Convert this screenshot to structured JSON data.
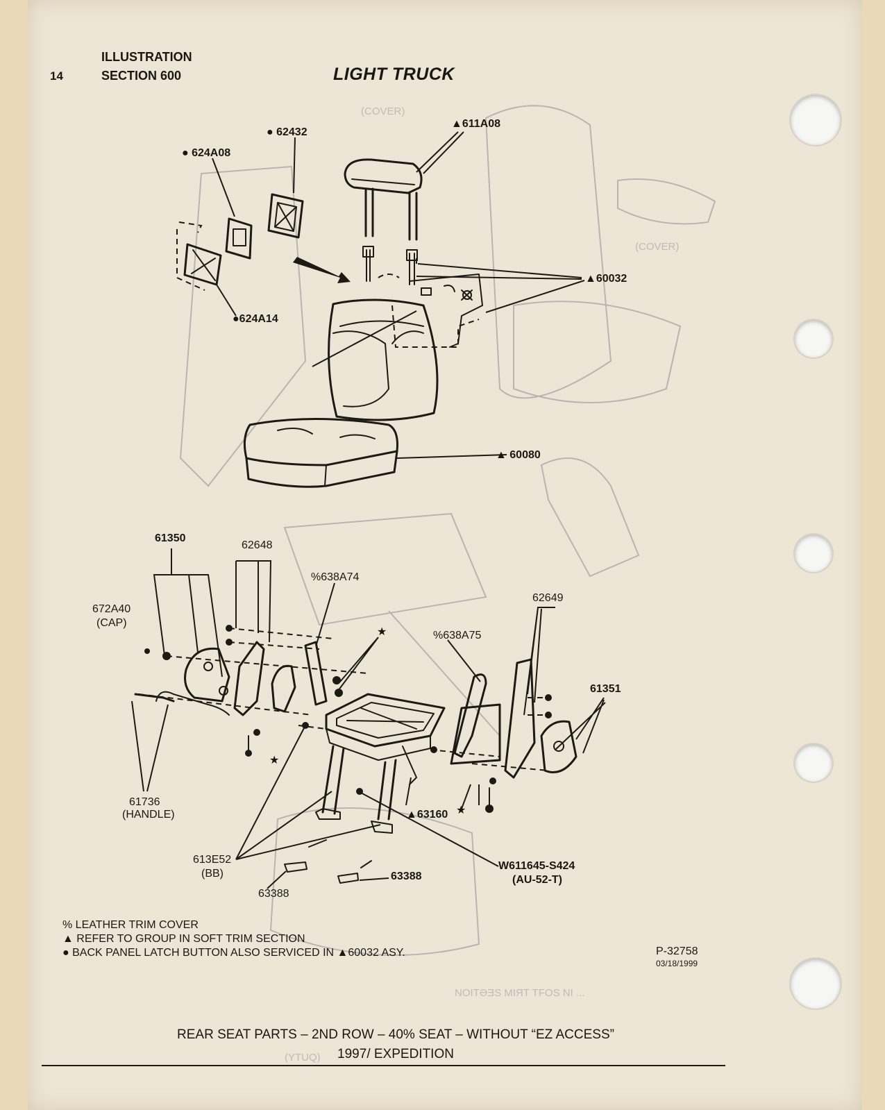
{
  "header": {
    "page_number": "14",
    "line1": "ILLUSTRATION",
    "line2": "SECTION 600",
    "title": "LIGHT TRUCK"
  },
  "callouts": {
    "c611A08": "▲611A08",
    "c62432": "● 62432",
    "c624A08": "● 624A08",
    "c60032": "▲60032",
    "c624A14": "●624A14",
    "c60080": "▲ 60080",
    "c61350": "61350",
    "c62648": "62648",
    "c638A74": "%638A74",
    "c672A40": "672A40",
    "c672A40_sub": "(CAP)",
    "c62649": "62649",
    "c638A75": "%638A75",
    "c61351": "61351",
    "c61736": "61736",
    "c61736_sub": "(HANDLE)",
    "c63160": "▲63160",
    "cW611645": "W611645-S424",
    "cW611645_sub": "(AU-52-T)",
    "c613E52": "613E52",
    "c613E52_sub": "(BB)",
    "c63388a": "63388",
    "c63388b": "63388"
  },
  "legend": {
    "line1": "% LEATHER TRIM COVER",
    "line2": "▲ REFER TO GROUP IN SOFT TRIM SECTION",
    "line3": "● BACK PANEL LATCH BUTTON ALSO SERVICED IN ▲60032 ASY."
  },
  "part_ref": {
    "number": "P-32758",
    "date": "03/18/1999"
  },
  "caption": {
    "line1": "REAR SEAT PARTS – 2ND ROW – 40% SEAT – WITHOUT “EZ ACCESS”",
    "line2": "1997/ EXPEDITION"
  }
}
